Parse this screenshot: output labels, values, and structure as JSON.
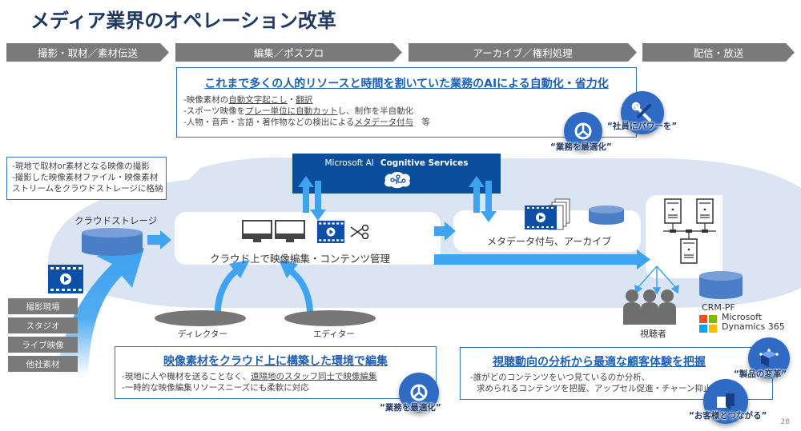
{
  "title": "メディア業界のオペレーション改革",
  "stages": [
    {
      "label": "撮影・取材／素材伝送"
    },
    {
      "label": "編集／ポスプロ"
    },
    {
      "label": "アーカイブ／権利処理"
    },
    {
      "label": "配信・放送"
    }
  ],
  "top_box": {
    "heading": "これまで多くの人的リソースと時間を割いていた業務のAIによる自動化・省力化",
    "lines": [
      {
        "prefix": "-映像素材の",
        "u1": "自動文字起こし",
        "mid": "・",
        "u2": "翻訳",
        "suffix": ""
      },
      {
        "prefix": "-スポーツ映像を",
        "u1": "プレー単位に自動カット",
        "mid": "し、制作を半自動化",
        "u2": "",
        "suffix": ""
      },
      {
        "prefix": "-人物・音声・言語・著作物などの検出による",
        "u1": "メタデータ付与",
        "mid": "　等",
        "u2": "",
        "suffix": ""
      }
    ]
  },
  "left_box": {
    "lines": [
      "-現地で取材or素材となる映像の撮影",
      "-撮影した映像素材ファイル・映像素材",
      "ストリームをクラウドストレージに格納"
    ]
  },
  "cognitive": {
    "prefix": "Microsoft AI",
    "name": "Cognitive Services",
    "icon": "brain-circuit-icon"
  },
  "cloud_storage_label": "クラウドストレージ",
  "sources": [
    "撮影現場",
    "スタジオ",
    "ライブ映像",
    "他社素材"
  ],
  "edit_panel_label": "クラウド上で映像編集・コンテンツ管理",
  "archive_panel_label": "メタデータ付与、アーカイブ",
  "roles": {
    "director": "ディレクター",
    "editor": "エディター"
  },
  "viewers_label": "視聴者",
  "crm": {
    "label": "CRM-PF",
    "brand_line1": "Microsoft",
    "brand_line2": "Dynamics 365"
  },
  "bottom_left_box": {
    "heading": "映像素材をクラウド上に構築した環境で編集",
    "lines": [
      {
        "prefix": "-現地に人や機材を送ることなく、",
        "u1": "遠隔地のスタッフ同士で映像編集"
      },
      {
        "prefix": "-一時的な映像編集リソースニーズにも柔軟に対応",
        "u1": ""
      }
    ]
  },
  "bottom_right_box": {
    "heading": "視聴動向の分析から最適な顧客体験を把握",
    "lines": [
      "-誰がどのコンテンツをいつ見ているのか分析、",
      "求められるコンテンツを把握、アップセル促進・チャーン抑止"
    ]
  },
  "badges": {
    "empower": "“社員にパワーを”",
    "optimize_top": "“業務を最適化”",
    "optimize_bottom": "“業務を最適化”",
    "transform": "“製品の変革”",
    "engage": "“お客様とつながる”"
  },
  "colors": {
    "title": "#1f3864",
    "stage_bar": "#7a7a7a",
    "box_border": "#2e75b6",
    "heading_blue": "#1f5fb5",
    "background_blob": "#dbe4f3",
    "arrow": "#3fa3f0",
    "ms_ai_bg": "#0b4f9c",
    "badge": "#2f6bc4"
  },
  "page_number": "28"
}
